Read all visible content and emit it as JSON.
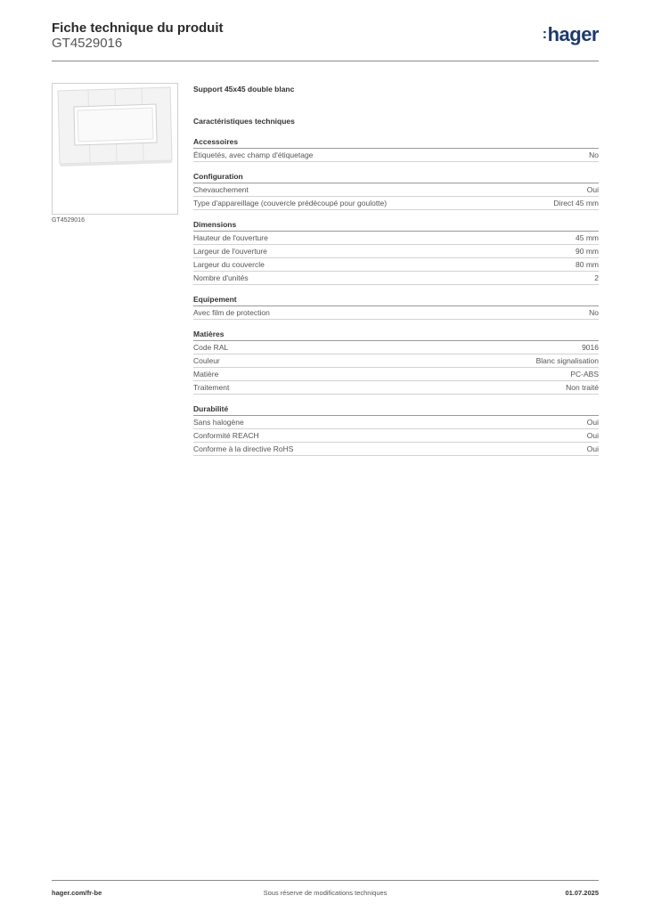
{
  "header": {
    "title": "Fiche technique du produit",
    "reference": "GT4529016",
    "logo": "hager",
    "logo_color": "#1d3a6b"
  },
  "product": {
    "image_caption": "GT4529016",
    "name": "Support 45x45 double blanc"
  },
  "specs": {
    "heading": "Caractéristiques techniques",
    "groups": [
      {
        "title": "Accessoires",
        "rows": [
          {
            "label": "Étiquetés, avec champ d'étiquetage",
            "value": "No"
          }
        ]
      },
      {
        "title": "Configuration",
        "rows": [
          {
            "label": "Chevauchement",
            "value": "Oui"
          },
          {
            "label": "Type d'appareillage (couvercle prédécoupé pour goulotte)",
            "value": "Direct 45 mm"
          }
        ]
      },
      {
        "title": "Dimensions",
        "rows": [
          {
            "label": "Hauteur de l'ouverture",
            "value": "45 mm"
          },
          {
            "label": "Largeur de l'ouverture",
            "value": "90 mm"
          },
          {
            "label": "Largeur du couvercle",
            "value": "80 mm"
          },
          {
            "label": "Nombre d'unités",
            "value": "2"
          }
        ]
      },
      {
        "title": "Equipement",
        "rows": [
          {
            "label": "Avec film de protection",
            "value": "No"
          }
        ]
      },
      {
        "title": "Matières",
        "rows": [
          {
            "label": "Code RAL",
            "value": "9016"
          },
          {
            "label": "Couleur",
            "value": "Blanc signalisation"
          },
          {
            "label": "Matière",
            "value": "PC-ABS"
          },
          {
            "label": "Traitement",
            "value": "Non traité"
          }
        ]
      },
      {
        "title": "Durabilité",
        "rows": [
          {
            "label": "Sans halogène",
            "value": "Oui"
          },
          {
            "label": "Conformité REACH",
            "value": "Oui"
          },
          {
            "label": "Conforme à la directive RoHS",
            "value": "Oui"
          }
        ]
      }
    ]
  },
  "footer": {
    "site": "hager.com/fr-be",
    "notice": "Sous réserve de modifications techniques",
    "date": "01.07.2025"
  }
}
